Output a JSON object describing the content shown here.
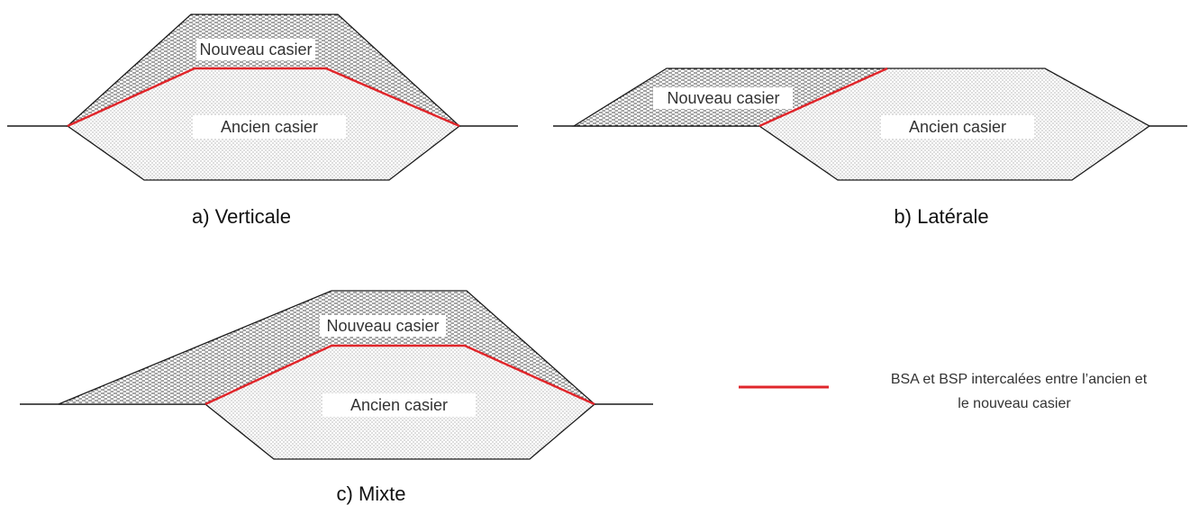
{
  "colors": {
    "liner": "#e0262b",
    "outline": "#1a1a1a",
    "fill_old": "#9a9a9a",
    "fill_new": "#5a5a5a"
  },
  "panels": {
    "vertical": {
      "caption": "a) Verticale",
      "new_label": "Nouveau casier",
      "old_label": "Ancien casier"
    },
    "lateral": {
      "caption": "b) Latérale",
      "new_label": "Nouveau casier",
      "old_label": "Ancien casier"
    },
    "mixed": {
      "caption": "c) Mixte",
      "new_label": "Nouveau casier",
      "old_label": "Ancien casier"
    }
  },
  "legend": {
    "line1": "BSA et BSP intercalées entre l’ancien et",
    "line2": "le nouveau casier",
    "line_symbol": "red-line"
  }
}
